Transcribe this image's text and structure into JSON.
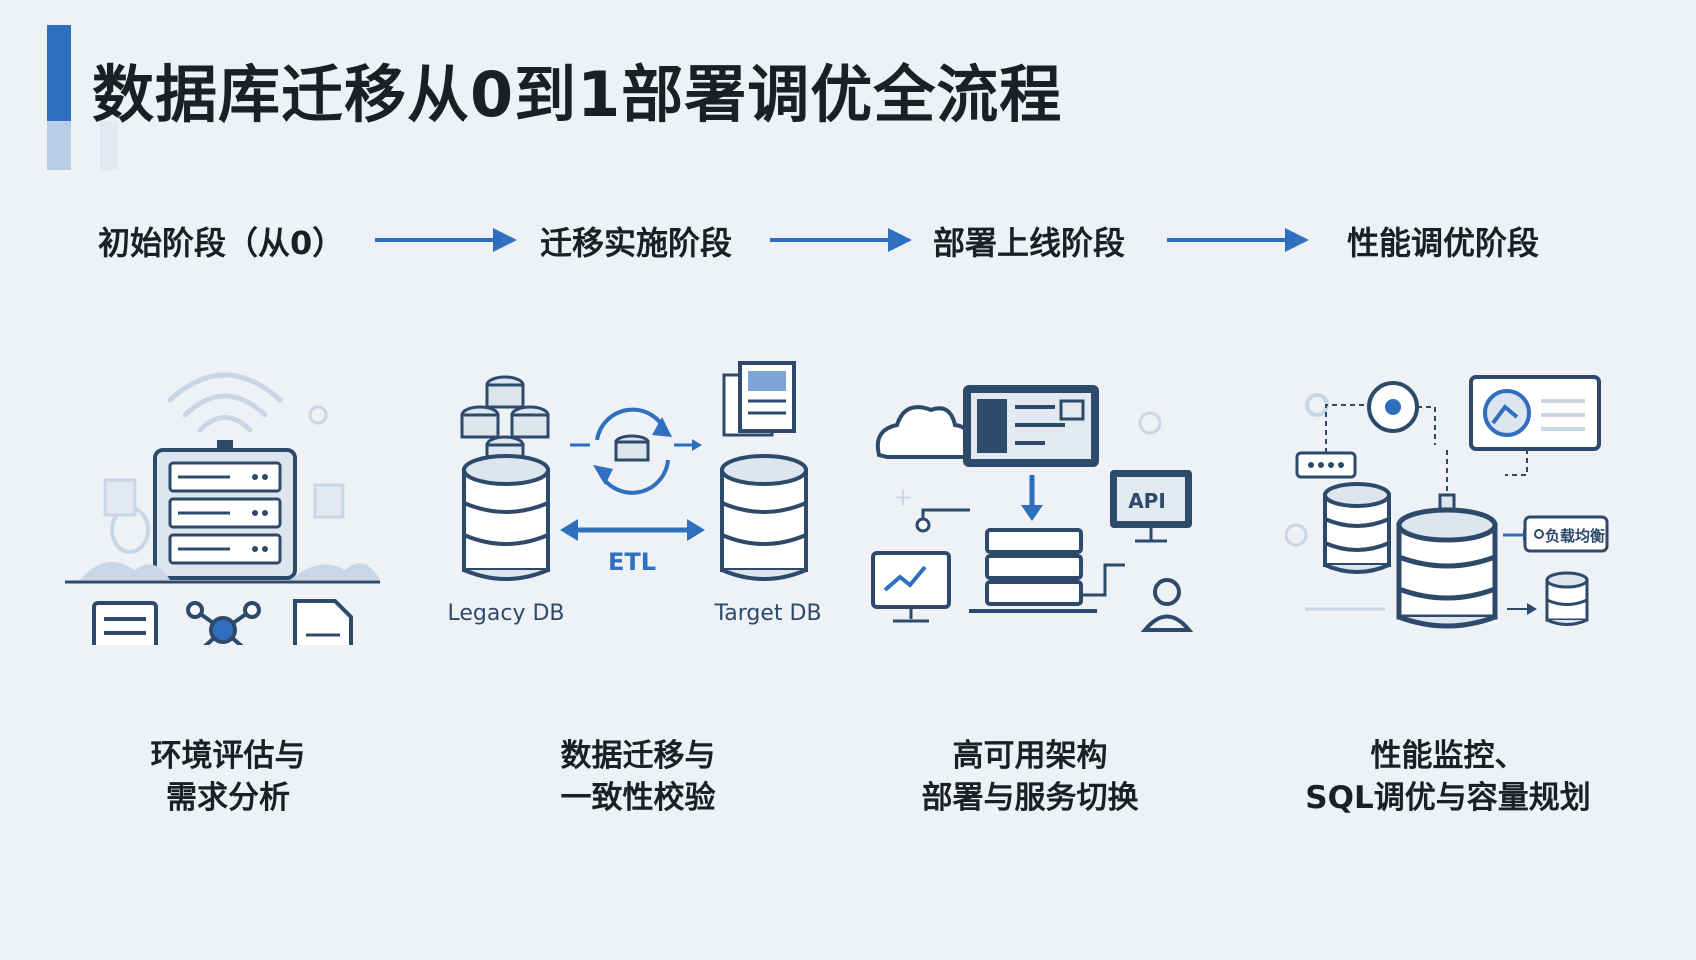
{
  "title": "数据库迁移从0到1部署调优全流程",
  "stages": [
    {
      "label": "初始阶段（从0）",
      "caption_lines": [
        "环境评估与",
        "需求分析"
      ]
    },
    {
      "label": "迁移实施阶段",
      "caption_lines": [
        "数据迁移与",
        "一致性校验"
      ]
    },
    {
      "label": "部署上线阶段",
      "caption_lines": [
        "高可用架构",
        "部署与服务切换"
      ]
    },
    {
      "label": "性能调优阶段",
      "caption_lines": [
        "性能监控、",
        "SQL调优与容量规划"
      ]
    }
  ],
  "migration": {
    "legacy_label": "Legacy DB",
    "target_label": "Target DB",
    "etl_label": "ETL"
  },
  "deploy": {
    "api_label": "API"
  },
  "tuning": {
    "badge_label": "负载均衡"
  },
  "colors": {
    "accent": "#2f6fc0",
    "icon_dark": "#2d4a6b",
    "icon_light": "#c9d6e6",
    "background": "#eef1f5"
  }
}
